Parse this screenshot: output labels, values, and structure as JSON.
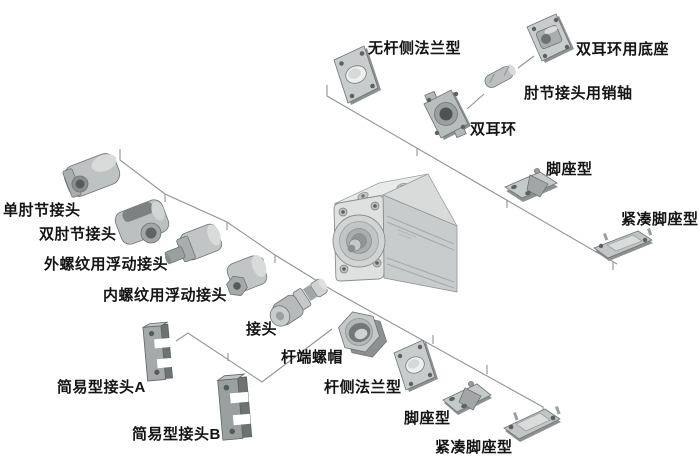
{
  "diagram": {
    "description": "Exploded accessory diagram of a compact pneumatic cylinder",
    "background": "#ffffff",
    "line_color": "#8f9494",
    "text_color": "#141414",
    "labels": {
      "rodless_flange": "无杆侧法兰型",
      "clevis_base": "双耳环用底座",
      "knuckle_pin": "肘节接头用销轴",
      "double_clevis": "双耳环",
      "foot_upper": "脚座型",
      "compact_foot_right": "紧凑脚座型",
      "single_knuckle": "单肘节接头",
      "double_knuckle": "双肘节接头",
      "floating_joint_male": "外螺纹用浮动接头",
      "floating_joint_female": "内螺纹用浮动接头",
      "joint": "接头",
      "rod_end_nut": "杆端螺帽",
      "simple_joint_a": "简易型接头A",
      "simple_joint_b": "简易型接头B",
      "rod_flange": "杆侧法兰型",
      "foot_lower": "脚座型",
      "compact_foot_bottom": "紧凑脚座型"
    }
  }
}
